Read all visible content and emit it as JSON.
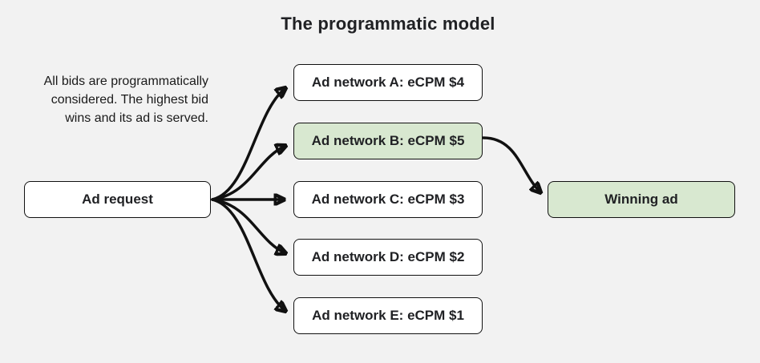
{
  "title": "The programmatic model",
  "description": {
    "lines": [
      "All bids are programmatically",
      "considered. The highest bid",
      "wins and its ad is served."
    ]
  },
  "nodes": {
    "ad_request": {
      "label": "Ad request"
    },
    "networks": [
      {
        "label": "Ad network A: eCPM $4",
        "highlight": false
      },
      {
        "label": "Ad network B: eCPM $5",
        "highlight": true
      },
      {
        "label": "Ad network C: eCPM $3",
        "highlight": false
      },
      {
        "label": "Ad network D: eCPM $2",
        "highlight": false
      },
      {
        "label": "Ad network E: eCPM $1",
        "highlight": false
      }
    ],
    "winning_ad": {
      "label": "Winning ad"
    }
  },
  "edges": [
    {
      "from": "ad_request",
      "to": "network_a"
    },
    {
      "from": "ad_request",
      "to": "network_b"
    },
    {
      "from": "ad_request",
      "to": "network_c"
    },
    {
      "from": "ad_request",
      "to": "network_d"
    },
    {
      "from": "ad_request",
      "to": "network_e"
    },
    {
      "from": "network_b",
      "to": "winning_ad"
    }
  ],
  "colors": {
    "background": "#f2f2f2",
    "box_fill": "#ffffff",
    "highlight_fill": "#d8e8d0",
    "border": "#111111",
    "arrow": "#111111",
    "text": "#202124"
  }
}
